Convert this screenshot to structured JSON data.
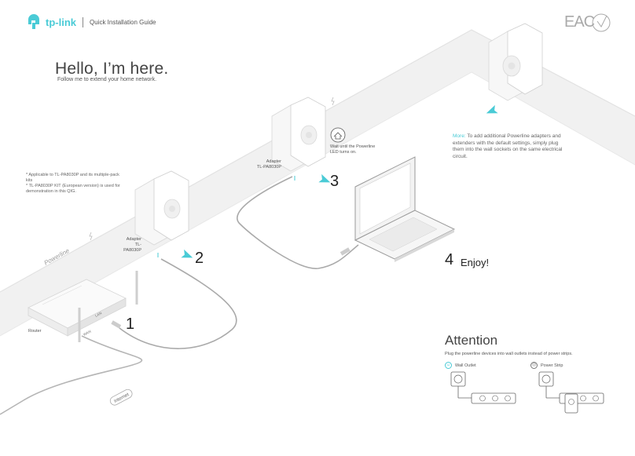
{
  "header": {
    "brand": "tp-link",
    "guide": "Quick Installation Guide",
    "cert_mark": "EAC"
  },
  "hello": {
    "title": "Hello, I’m here.",
    "subtitle": "Follow me to extend your home network."
  },
  "notes": [
    "* Applicable to TL-PA8030P and its multiple-pack kits",
    "* TL-PA8030P KIT (European version) is used for demonstration in this QIG."
  ],
  "wall": {
    "label": "Powerline"
  },
  "devices": {
    "router_label": "Router",
    "router_port": "LAN",
    "router_wan": "WAN",
    "internet_label": "Internet",
    "adapter_a_line1": "Adapter",
    "adapter_a_line2": "TL-PA8030P",
    "adapter_b_line1": "Adapter",
    "adapter_b_line2": "TL-PA8030P"
  },
  "steps": {
    "one": "1",
    "two": "2",
    "three": "3",
    "four": "4",
    "enjoy": "Enjoy!",
    "wait_line1": "Wait until the Powerline",
    "wait_line2": "LED turns on."
  },
  "more": {
    "key": "More:",
    "text": "To add additional Powerline adapters and extenders with the default settings, simply plug them into the wall sockets on the same electrical circuit."
  },
  "attention": {
    "title": "Attention",
    "text": "Plug the powerline devices into wall outlets instead of power strips.",
    "good_label": "Wall Outlet",
    "bad_label": "Power Strip",
    "good_icon": "smile-icon",
    "bad_icon": "frown-icon"
  },
  "colors": {
    "accent": "#4acbd6",
    "wall": "#efefef",
    "line": "#9a9a9a"
  }
}
